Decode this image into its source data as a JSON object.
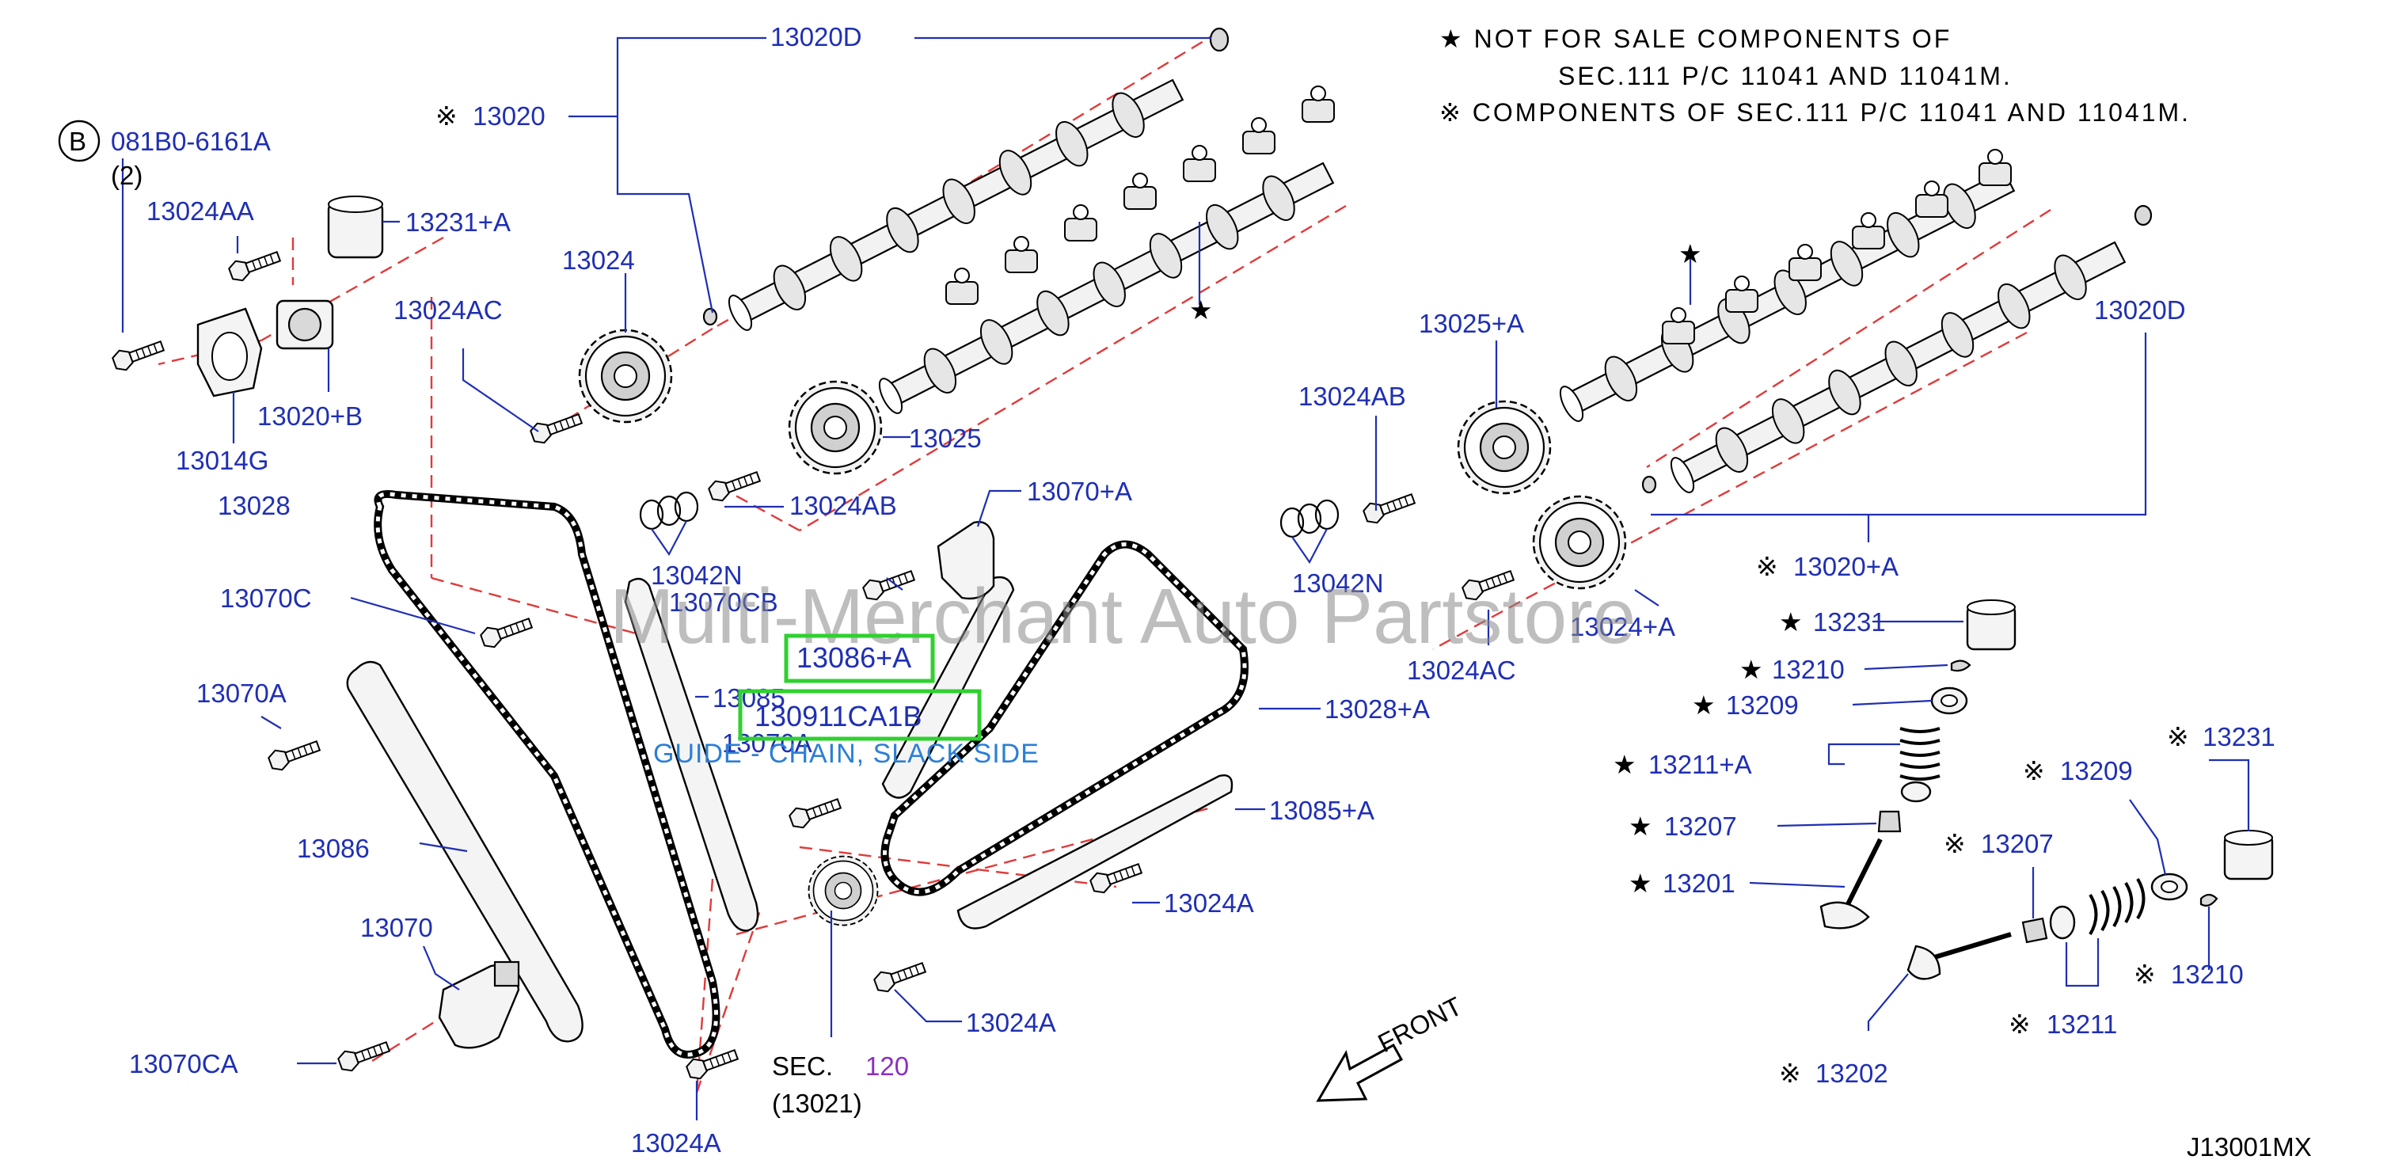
{
  "notes": {
    "star_line1": "★  NOT  FOR  SALE  COMPONENTS  OF",
    "star_line2": "SEC.111  P/C  11041  AND  11041M.",
    "ref_line": "※ COMPONENTS  OF  SEC.111  P/C  11041  AND  11041M."
  },
  "watermark": "Multi-Merchant Auto Partstore",
  "diagram_code": "J13001MX",
  "front_label": "FRONT",
  "bolt_callout": {
    "badge": "B",
    "part": "081B0-6161A",
    "qty": "(2)"
  },
  "section_ref": {
    "prefix": "SEC.",
    "number": "120",
    "sub": "(13021)"
  },
  "highlight": {
    "part_box": "13086+A",
    "search_box": "130911CA1B",
    "description": "GUIDE - CHAIN, SLACK SIDE"
  },
  "labels": {
    "p13020D_top": "13020D",
    "p13020": "13020",
    "p13024AA": "13024AA",
    "p13231A": "13231+A",
    "p13024AC_left": "13024AC",
    "p13024": "13024",
    "p13020B": "13020+B",
    "p13014G": "13014G",
    "p13028": "13028",
    "p13025": "13025",
    "p13024AB_mid": "13024AB",
    "p13042N_left": "13042N",
    "p13070A_right": "13070+A",
    "p13070CB": "13070CB",
    "p13070C": "13070C",
    "p13085": "13085",
    "p13070A_mid": "13070A",
    "p13070A_left": "13070A",
    "p13028A": "13028+A",
    "p13085A": "13085+A",
    "p13086": "13086",
    "p13024A_mid": "13024A",
    "p13070": "13070",
    "p13024A_low": "13024A",
    "p13070CA": "13070CA",
    "p13024A_bottom": "13024A",
    "p13025A": "13025+A",
    "p13024AB_right": "13024AB",
    "p13042N_right": "13042N",
    "p13020D_right": "13020D",
    "p13020A": "13020+A",
    "p13024AC_right": "13024AC",
    "p13024A_right": "13024+A",
    "p13231": "13231",
    "p13210": "13210",
    "p13209": "13209",
    "p13211A": "13211+A",
    "p13207": "13207",
    "p13201": "13201",
    "p13231_ref": "13231",
    "p13209_ref": "13209",
    "p13207_ref": "13207",
    "p13210_ref": "13210",
    "p13211_ref": "13211",
    "p13202_ref": "13202"
  },
  "symbols": {
    "star": "★",
    "ref": "※"
  },
  "colors": {
    "label_blue": "#1f2fb4",
    "leader_red_dashed": "#e03a3a",
    "highlight_green": "#2fd12f",
    "guide_text_blue": "#2a7fd6",
    "section_purple": "#8a2fbf"
  }
}
